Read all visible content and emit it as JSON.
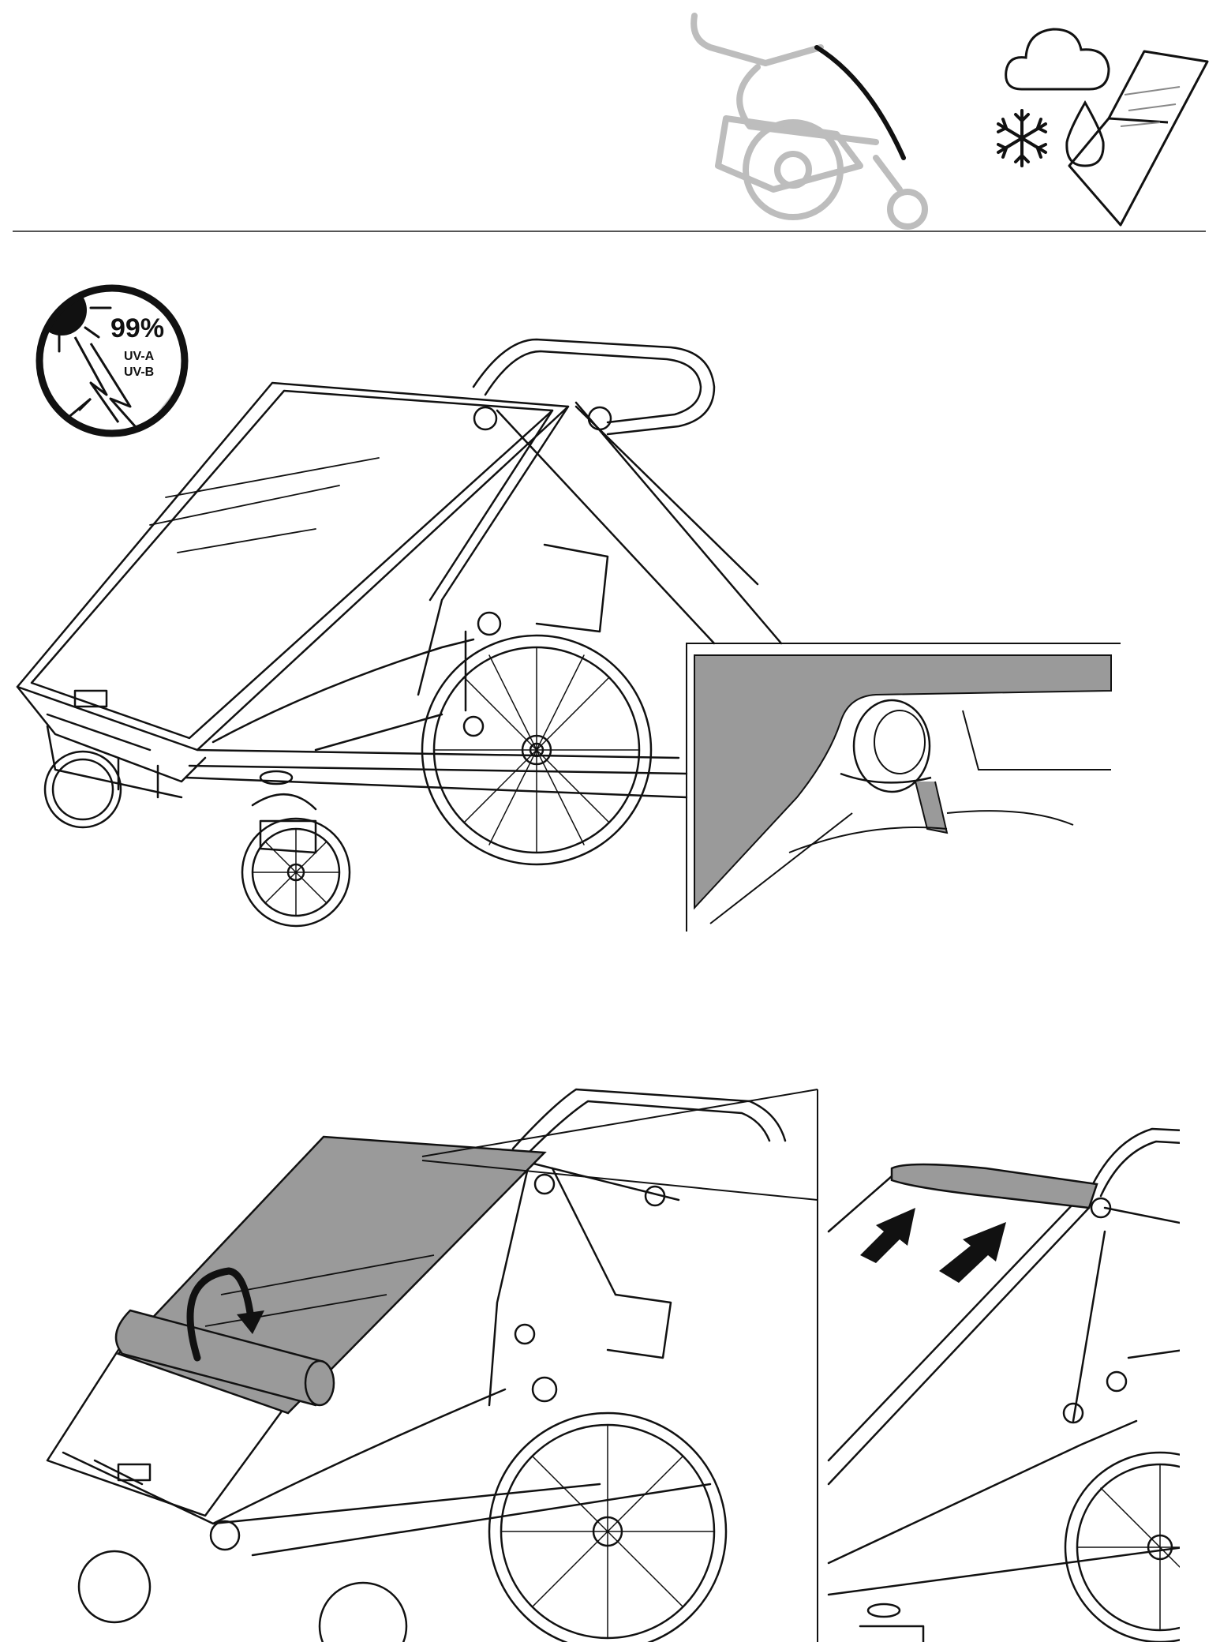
{
  "uv_badge": {
    "percent": "99%",
    "line1": "UV-A",
    "line2": "UV-B"
  },
  "icons": {
    "header_product": "stroller-rain-cover-icon",
    "weather": [
      "cloud-icon",
      "snowflake-icon",
      "raindrop-icon",
      "sun-cover-icon"
    ],
    "uv": "sun-uv-icon"
  },
  "colors": {
    "line": "#111111",
    "grey_fill": "#9a9a9a",
    "light_grey": "#bdbdbd"
  }
}
